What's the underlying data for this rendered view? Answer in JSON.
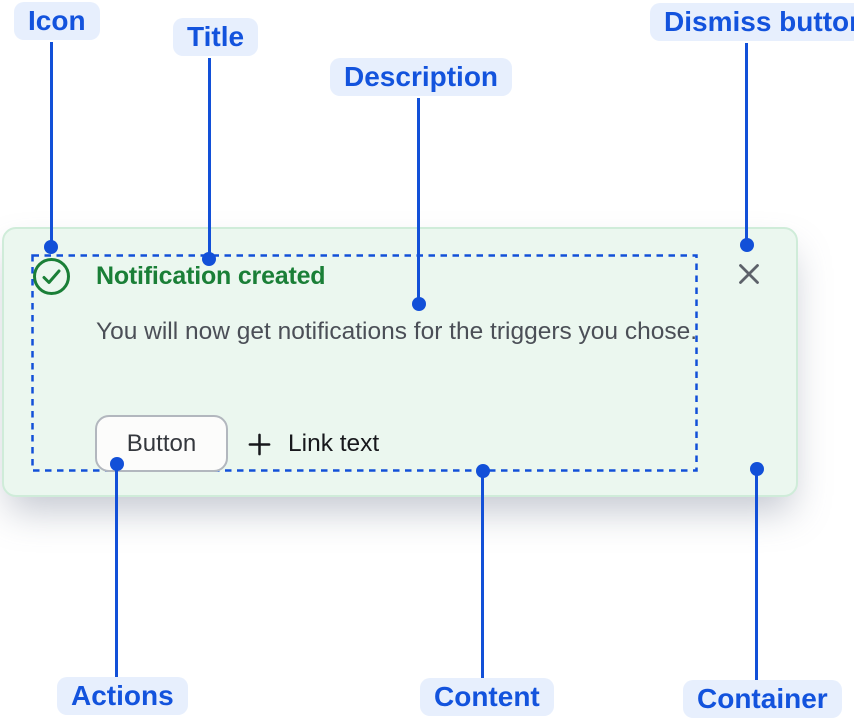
{
  "annotations": {
    "icon": {
      "label": "Icon"
    },
    "title": {
      "label": "Title"
    },
    "description": {
      "label": "Description"
    },
    "dismiss": {
      "label": "Dismiss button"
    },
    "actions": {
      "label": "Actions"
    },
    "content": {
      "label": "Content"
    },
    "container": {
      "label": "Container"
    }
  },
  "flag": {
    "title": "Notification created",
    "description": "You will now get notifications for the triggers you chose.",
    "actions": {
      "button_label": "Button",
      "link_label": "Link text"
    },
    "icons": {
      "status_icon": "circle-check-icon",
      "link_prefix_icon": "plus-icon",
      "dismiss_icon": "close-icon"
    }
  },
  "colors": {
    "annotation_blue": "#1250d8",
    "annotation_label_blue": "#1353dd",
    "annotation_pill_bg": "#e7effd",
    "success_green": "#1a7f37",
    "flag_bg": "#ebf7ef",
    "flag_border": "#cfecd9",
    "description_gray": "#4b4f57",
    "dismiss_gray": "#5d626a"
  }
}
